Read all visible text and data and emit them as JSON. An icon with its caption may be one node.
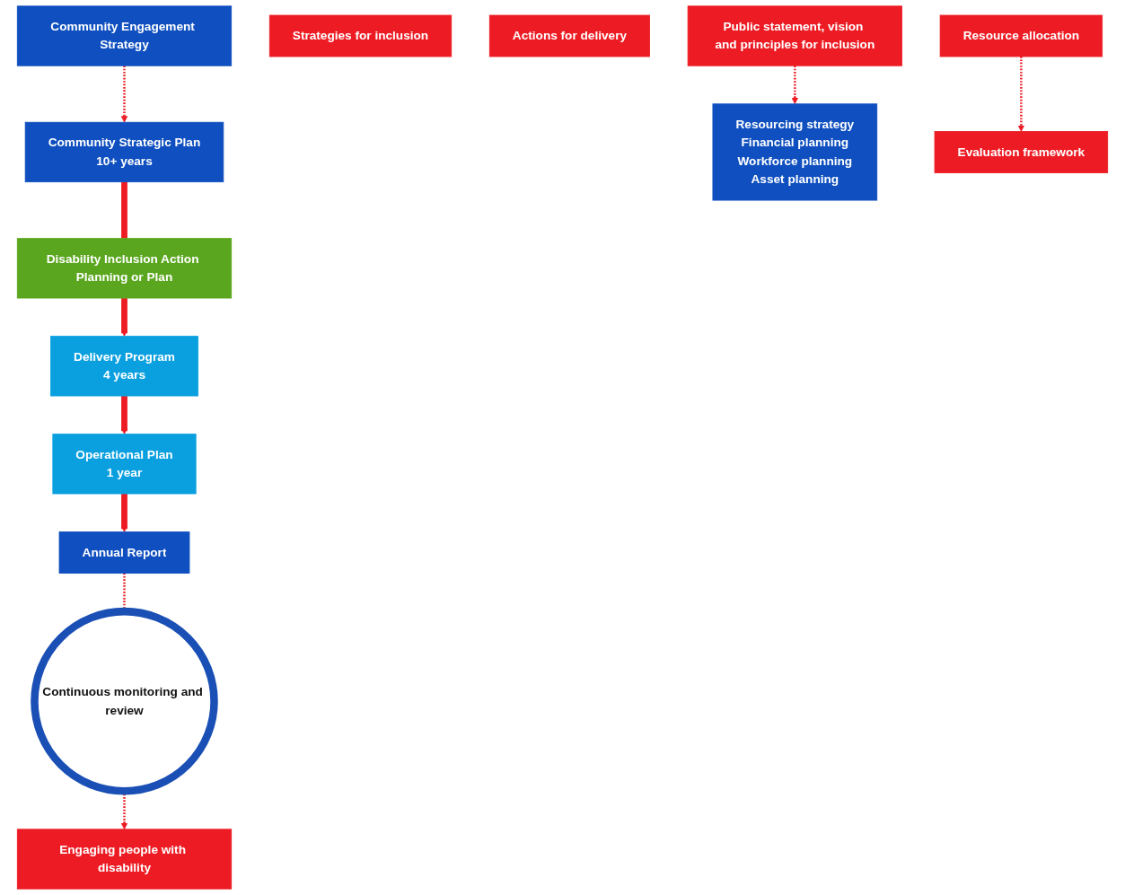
{
  "diagram": {
    "nodes": [
      {
        "text": [
          "Community Strategic Plan",
          "10+ years"
        ]
      },
      {
        "text": [
          "Public statement, vision and principles for inclusion"
        ]
      },
      {
        "text": [
          "Disability Inclusion Action Planning or Plan"
        ]
      },
      {
        "text": [
          "Delivery Program",
          "4 years"
        ]
      },
      {
        "text": [
          "Strategies for inclusion"
        ]
      },
      {
        "text": [
          "Operational Plan",
          "1 year"
        ]
      },
      {
        "text": [
          "Actions for delivery"
        ]
      },
      {
        "text": [
          "Resourcing strategy",
          "Financial planning",
          "Workforce planning",
          "Asset planning"
        ]
      },
      {
        "text": [
          "Resource allocation"
        ]
      },
      {
        "text": [
          "Annual Report"
        ]
      },
      {
        "text": [
          "Evaluation framework"
        ]
      },
      {
        "text": [
          "Community Engagement Strategy"
        ]
      },
      {
        "text": [
          "Engaging people with disability"
        ]
      },
      {
        "text": [
          "Continuous monitoring and review"
        ]
      }
    ],
    "edges": [
      {
        "from": 0,
        "to": 2,
        "arrow": "none",
        "style": "thick"
      },
      {
        "from": 2,
        "to": 3,
        "arrow": "to",
        "style": "thick"
      },
      {
        "from": 3,
        "to": 5,
        "arrow": "to",
        "style": "thick"
      },
      {
        "from": 5,
        "to": 9,
        "arrow": "to",
        "style": "thick"
      },
      {
        "from": 1,
        "to": 7,
        "arrow": "to",
        "style": "dashed"
      },
      {
        "from": 8,
        "to": 10,
        "arrow": "to",
        "style": "dashed"
      },
      {
        "from": 9,
        "to": 13,
        "arrow": "none",
        "style": "dashed"
      },
      {
        "from": 13,
        "to": 12,
        "arrow": "to",
        "style": "dashed"
      },
      {
        "from": 11,
        "to": 0,
        "arrow": "to",
        "style": "dashed"
      }
    ]
  }
}
